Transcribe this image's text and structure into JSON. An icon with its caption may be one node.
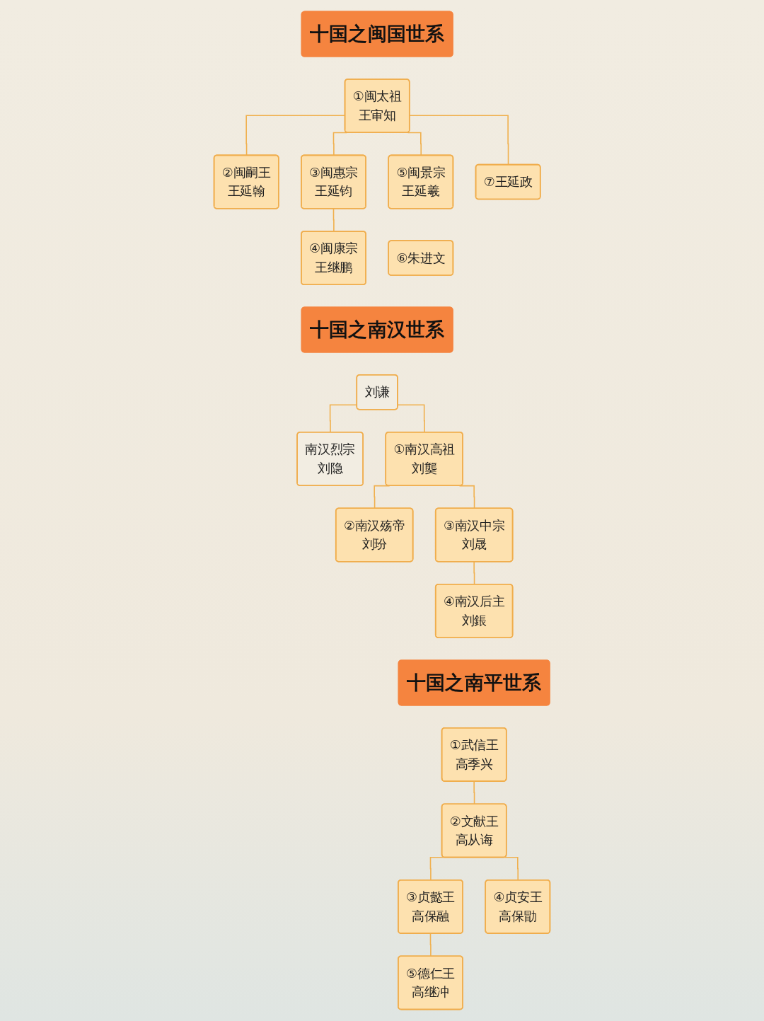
{
  "diagram": {
    "nodes": [
      {
        "text": [
          "十国之闽国世系"
        ]
      },
      {
        "text": [
          "①闽太祖",
          "王审知"
        ]
      },
      {
        "text": [
          "②闽嗣王",
          "王延翰"
        ]
      },
      {
        "text": [
          "③闽惠宗",
          "王延钧"
        ]
      },
      {
        "text": [
          "⑤闽景宗",
          "王延羲"
        ]
      },
      {
        "text": [
          "⑦王延政"
        ]
      },
      {
        "text": [
          "④闽康宗",
          "王继鹏"
        ]
      },
      {
        "text": [
          "⑥朱进文"
        ]
      },
      {
        "text": [
          "十国之南汉世系"
        ]
      },
      {
        "text": [
          "刘谦"
        ]
      },
      {
        "text": [
          "南汉烈宗",
          "刘隐"
        ]
      },
      {
        "text": [
          "①南汉高祖",
          "刘龑"
        ]
      },
      {
        "text": [
          "②南汉殇帝",
          "刘玢"
        ]
      },
      {
        "text": [
          "③南汉中宗",
          "刘晟"
        ]
      },
      {
        "text": [
          "④南汉后主",
          "刘鋹"
        ]
      },
      {
        "text": [
          "十国之南平世系"
        ]
      },
      {
        "text": [
          "①武信王",
          "高季兴"
        ]
      },
      {
        "text": [
          "②文献王",
          "高从诲"
        ]
      },
      {
        "text": [
          "③贞懿王",
          "高保融"
        ]
      },
      {
        "text": [
          "④贞安王",
          "高保勖"
        ]
      },
      {
        "text": [
          "⑤德仁王",
          "高继冲"
        ]
      }
    ],
    "edges": [
      {
        "from": 1,
        "to": 2,
        "arrow": "none"
      },
      {
        "from": 1,
        "to": 3,
        "arrow": "none"
      },
      {
        "from": 1,
        "to": 4,
        "arrow": "none"
      },
      {
        "from": 1,
        "to": 5,
        "arrow": "none"
      },
      {
        "from": 3,
        "to": 6,
        "arrow": "none"
      },
      {
        "from": 9,
        "to": 10,
        "arrow": "none"
      },
      {
        "from": 9,
        "to": 11,
        "arrow": "none"
      },
      {
        "from": 11,
        "to": 12,
        "arrow": "none"
      },
      {
        "from": 11,
        "to": 13,
        "arrow": "none"
      },
      {
        "from": 13,
        "to": 14,
        "arrow": "none"
      },
      {
        "from": 16,
        "to": 17,
        "arrow": "none"
      },
      {
        "from": 17,
        "to": 18,
        "arrow": "none"
      },
      {
        "from": 17,
        "to": 19,
        "arrow": "none"
      },
      {
        "from": 18,
        "to": 20,
        "arrow": "none"
      }
    ]
  }
}
